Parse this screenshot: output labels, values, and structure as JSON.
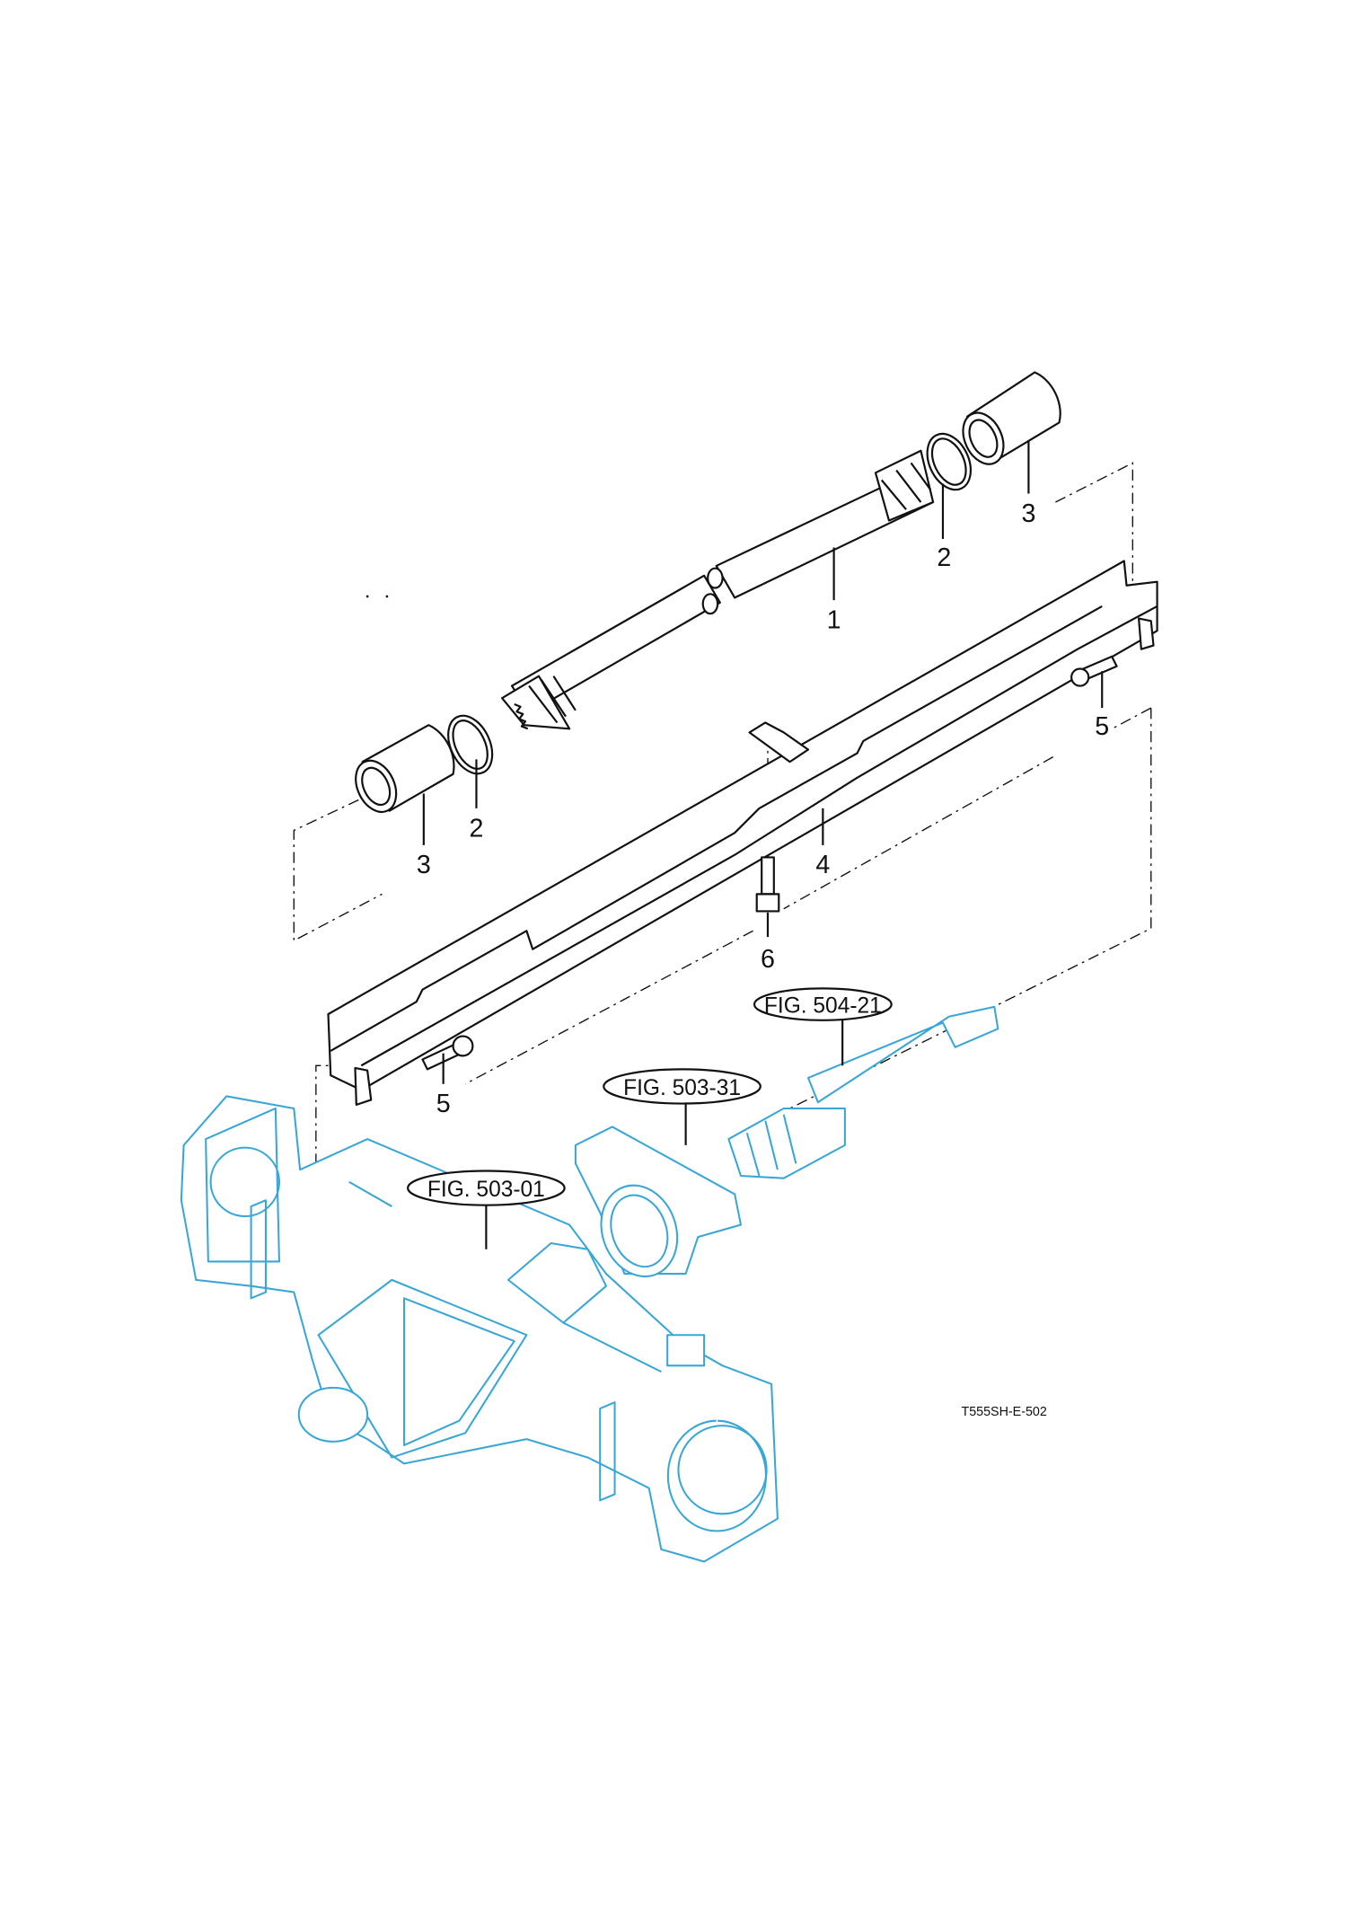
{
  "diagram": {
    "drawing_code": "T555SH-E-502",
    "callouts": [
      {
        "number": "1"
      },
      {
        "number": "2"
      },
      {
        "number": "3"
      },
      {
        "number": "2"
      },
      {
        "number": "3"
      },
      {
        "number": "4"
      },
      {
        "number": "5"
      },
      {
        "number": "5"
      },
      {
        "number": "6"
      }
    ],
    "figure_refs": [
      {
        "label": "FIG. 504-21"
      },
      {
        "label": "FIG. 503-31"
      },
      {
        "label": "FIG. 503-01"
      }
    ],
    "colors": {
      "parts": "#111111",
      "reference_assembly": "#39a6d6"
    }
  }
}
